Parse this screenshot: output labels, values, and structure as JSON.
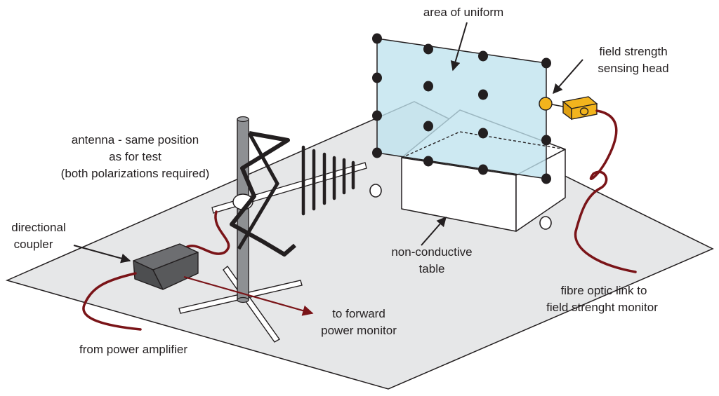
{
  "labels": {
    "area_of_uniform": "area of uniform",
    "sensing_head_1": "field strength",
    "sensing_head_2": "sensing head",
    "antenna_1": "antenna - same position",
    "antenna_2": "as for test",
    "antenna_3": "(both polarizations required)",
    "coupler_1": "directional",
    "coupler_2": "coupler",
    "table_1": "non-conductive",
    "table_2": "table",
    "fibre_1": "fibre optic link to",
    "fibre_2": "field strenght monitor",
    "forward_1": "to forward",
    "forward_2": "power monitor",
    "amplifier": "from power amplifier"
  },
  "colors": {
    "floor": "#e6e7e8",
    "uniform_field_area": "#bfe3ee",
    "cable": "#7a1418",
    "sensing_head": "#f2b41d",
    "coupler_box": "#5b5d60",
    "mast": "#8e9093",
    "outline": "#231f20"
  }
}
